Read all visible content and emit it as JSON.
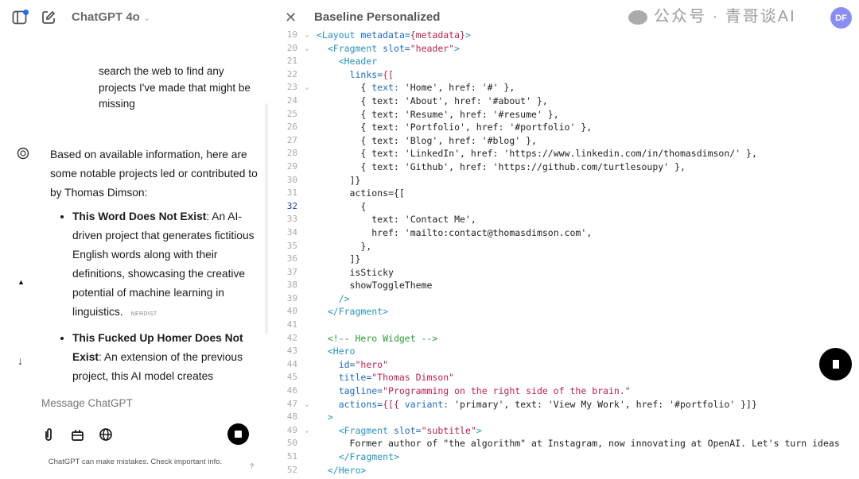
{
  "header": {
    "model": "ChatGPT 4o",
    "canvas_title": "Baseline Personalized",
    "avatar": "DF"
  },
  "chat": {
    "user_message": "search the web to find any projects I've made that might be missing",
    "answer_intro": "Based on available information, here are some notable projects led or contributed to by Thomas Dimson:",
    "items": [
      {
        "title": "This Word Does Not Exist",
        "text": ": An AI-driven project that generates fictitious English words along with their definitions, showcasing the creative potential of machine learning in linguistics.",
        "source": "NERDIST"
      },
      {
        "title": "This Fucked Up Homer Does Not Exist",
        "text": ": An extension of the previous project, this AI model creates",
        "source": ""
      }
    ]
  },
  "composer": {
    "placeholder": "Message ChatGPT",
    "disclaimer": "ChatGPT can make mistakes. Check important info.",
    "help": "?"
  },
  "watermark": "公众号 · 青哥谈AI",
  "code": [
    {
      "n": "19",
      "fold": "⌄",
      "segs": [
        [
          "t",
          "<Layout "
        ],
        [
          "a",
          "metadata="
        ],
        [
          "s",
          "{metadata}"
        ],
        [
          "t",
          ">"
        ]
      ]
    },
    {
      "n": "20",
      "fold": "⌄",
      "segs": [
        [
          "p",
          "  "
        ],
        [
          "t",
          "<Fragment "
        ],
        [
          "a",
          "slot="
        ],
        [
          "s",
          "\"header\""
        ],
        [
          "t",
          ">"
        ]
      ]
    },
    {
      "n": "21",
      "fold": "",
      "segs": [
        [
          "p",
          "    "
        ],
        [
          "t",
          "<Header"
        ]
      ]
    },
    {
      "n": "22",
      "fold": "",
      "segs": [
        [
          "p",
          "      "
        ],
        [
          "a",
          "links="
        ],
        [
          "s",
          "{["
        ]
      ]
    },
    {
      "n": "23",
      "fold": "⌄",
      "segs": [
        [
          "p",
          "        { "
        ],
        [
          "k",
          "text:"
        ],
        [
          "p",
          " 'Home', href: '#' },"
        ]
      ]
    },
    {
      "n": "24",
      "fold": "",
      "segs": [
        [
          "p",
          "        { text: 'About', href: '#about' },"
        ]
      ]
    },
    {
      "n": "25",
      "fold": "",
      "segs": [
        [
          "p",
          "        { text: 'Resume', href: '#resume' },"
        ]
      ]
    },
    {
      "n": "26",
      "fold": "",
      "segs": [
        [
          "p",
          "        { text: 'Portfolio', href: '#portfolio' },"
        ]
      ]
    },
    {
      "n": "27",
      "fold": "",
      "segs": [
        [
          "p",
          "        { text: 'Blog', href: '#blog' },"
        ]
      ]
    },
    {
      "n": "28",
      "fold": "",
      "segs": [
        [
          "p",
          "        { text: 'LinkedIn', href: 'https://www.linkedin.com/in/thomasdimson/' },"
        ]
      ]
    },
    {
      "n": "29",
      "fold": "",
      "segs": [
        [
          "p",
          "        { text: 'Github', href: 'https://github.com/turtlesoupy' },"
        ]
      ]
    },
    {
      "n": "30",
      "fold": "",
      "segs": [
        [
          "p",
          "      ]}"
        ]
      ]
    },
    {
      "n": "31",
      "fold": "",
      "segs": [
        [
          "p",
          "      actions={["
        ]
      ]
    },
    {
      "n": "32",
      "fold": "",
      "segs": [
        [
          "p",
          "        {"
        ]
      ]
    },
    {
      "n": "33",
      "fold": "",
      "segs": [
        [
          "p",
          "          text: 'Contact Me',"
        ]
      ]
    },
    {
      "n": "34",
      "fold": "",
      "segs": [
        [
          "p",
          "          href: 'mailto:contact@thomasdimson.com',"
        ]
      ]
    },
    {
      "n": "35",
      "fold": "",
      "segs": [
        [
          "p",
          "        },"
        ]
      ]
    },
    {
      "n": "36",
      "fold": "",
      "segs": [
        [
          "p",
          "      ]}"
        ]
      ]
    },
    {
      "n": "37",
      "fold": "",
      "segs": [
        [
          "p",
          "      isSticky"
        ]
      ]
    },
    {
      "n": "38",
      "fold": "",
      "segs": [
        [
          "p",
          "      showToggleTheme"
        ]
      ]
    },
    {
      "n": "39",
      "fold": "",
      "segs": [
        [
          "p",
          "    "
        ],
        [
          "t",
          "/>"
        ]
      ]
    },
    {
      "n": "40",
      "fold": "",
      "segs": [
        [
          "p",
          "  "
        ],
        [
          "t",
          "</Fragment>"
        ]
      ]
    },
    {
      "n": "41",
      "fold": "",
      "segs": [
        [
          "p",
          ""
        ]
      ]
    },
    {
      "n": "42",
      "fold": "",
      "segs": [
        [
          "p",
          "  "
        ],
        [
          "c",
          "<!-- Hero Widget -->"
        ]
      ]
    },
    {
      "n": "43",
      "fold": "",
      "segs": [
        [
          "p",
          "  "
        ],
        [
          "t",
          "<Hero"
        ]
      ]
    },
    {
      "n": "44",
      "fold": "",
      "segs": [
        [
          "p",
          "    "
        ],
        [
          "a",
          "id="
        ],
        [
          "s",
          "\"hero\""
        ]
      ]
    },
    {
      "n": "45",
      "fold": "",
      "segs": [
        [
          "p",
          "    "
        ],
        [
          "a",
          "title="
        ],
        [
          "s",
          "\"Thomas Dimson\""
        ]
      ]
    },
    {
      "n": "46",
      "fold": "",
      "segs": [
        [
          "p",
          "    "
        ],
        [
          "a",
          "tagline="
        ],
        [
          "s",
          "\"Programming on the right side of the brain.\""
        ]
      ]
    },
    {
      "n": "47",
      "fold": "⌄",
      "segs": [
        [
          "p",
          "    "
        ],
        [
          "a",
          "actions="
        ],
        [
          "s",
          "{[{ "
        ],
        [
          "k",
          "variant:"
        ],
        [
          "p",
          " 'primary', text: 'View My Work', href: '#portfolio' }]}"
        ]
      ]
    },
    {
      "n": "48",
      "fold": "",
      "segs": [
        [
          "p",
          "  "
        ],
        [
          "t",
          ">"
        ]
      ]
    },
    {
      "n": "49",
      "fold": "⌄",
      "segs": [
        [
          "p",
          "    "
        ],
        [
          "t",
          "<Fragment "
        ],
        [
          "a",
          "slot="
        ],
        [
          "s",
          "\"subtitle\""
        ],
        [
          "t",
          ">"
        ]
      ]
    },
    {
      "n": "50",
      "fold": "",
      "segs": [
        [
          "p",
          "      Former author of \"the algorithm\" at Instagram, now innovating at OpenAI. Let's turn ideas"
        ]
      ]
    },
    {
      "n": "51",
      "fold": "",
      "segs": [
        [
          "p",
          "    "
        ],
        [
          "t",
          "</Fragment>"
        ]
      ]
    },
    {
      "n": "52",
      "fold": "",
      "segs": [
        [
          "p",
          "  "
        ],
        [
          "t",
          "</Hero>"
        ]
      ]
    }
  ],
  "current_line": "32"
}
